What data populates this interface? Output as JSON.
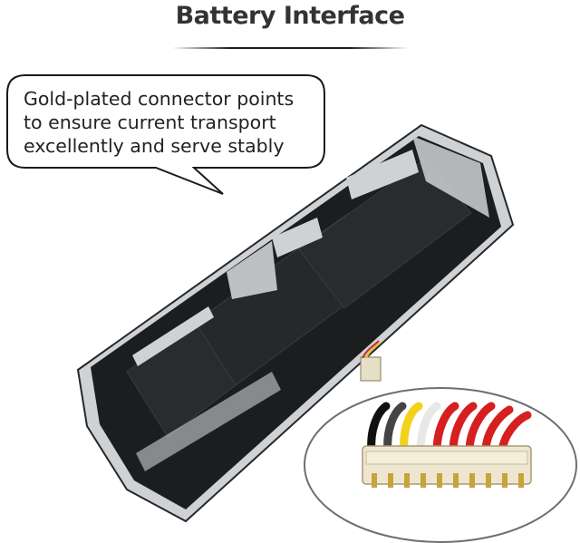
{
  "title": "Battery Interface",
  "callout": {
    "lines": [
      "Gold-plated connector points",
      "to ensure current transport",
      "excellently and serve stably"
    ]
  },
  "colors": {
    "battery_body": "#1c1d1f",
    "battery_frame": "#cfd2d4",
    "connector": "#eee6cf",
    "gold_pins": "#c9a23b",
    "wires": [
      "#111111",
      "#444444",
      "#f2d21a",
      "#f7f7f7",
      "#d61f1f",
      "#d61f1f",
      "#d61f1f",
      "#d61f1f",
      "#d61f1f"
    ]
  }
}
